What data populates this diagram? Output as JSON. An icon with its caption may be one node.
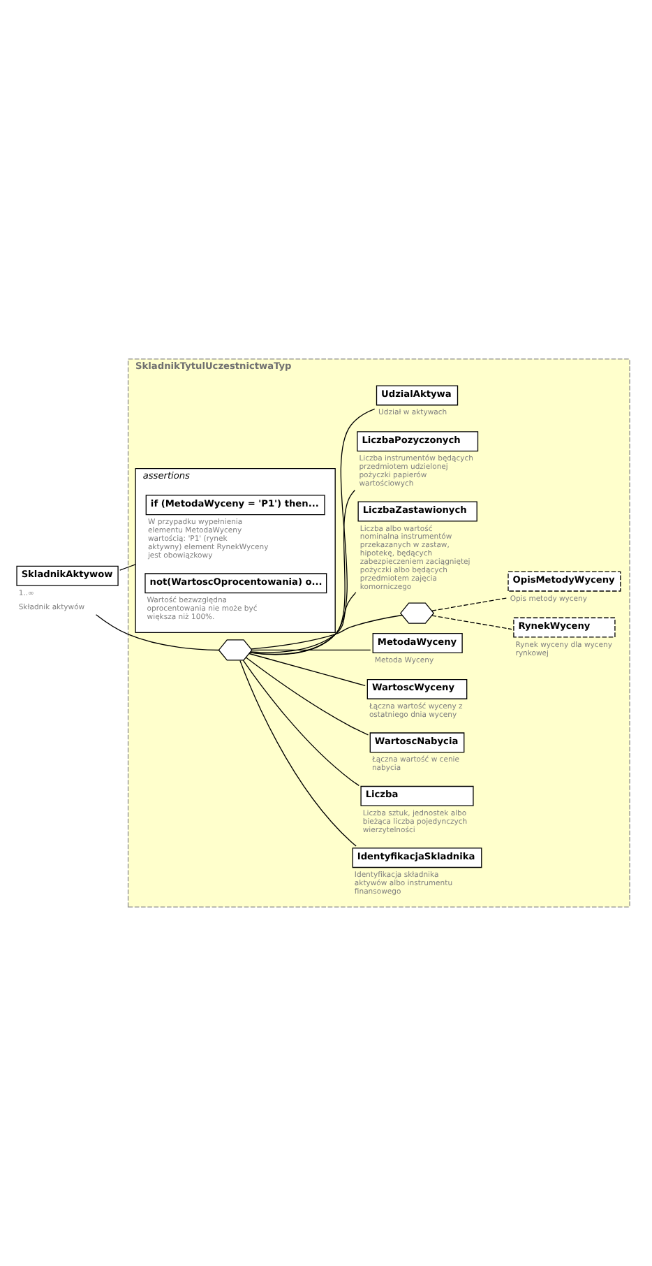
{
  "diagram": {
    "nodes": [
      {
        "text": [
          "SkladnikAktywow"
        ],
        "beside": [
          "1..∞",
          "Składnik aktywów"
        ]
      },
      {
        "text": [
          "SkladnikTytulUczestnictwaTyp"
        ]
      },
      {
        "text": [],
        "shape": "hexagon",
        "in": 1
      },
      {
        "text": [
          "IdentyfikacjaSkladnika"
        ],
        "beside": [
          "Identyfikacja składnika aktywów albo instrumentu finansowego"
        ],
        "in": 1
      },
      {
        "text": [
          "Liczba"
        ],
        "beside": [
          "Liczba sztuk, jednostek albo bieżąca liczba pojedynczych wierzytelności"
        ],
        "in": 1
      },
      {
        "text": [
          "WartoscNabycia"
        ],
        "beside": [
          "Łączna wartość w cenie nabycia"
        ],
        "in": 1
      },
      {
        "text": [
          "WartoscWyceny"
        ],
        "beside": [
          "Łączna wartość wyceny z ostatniego dnia wyceny"
        ],
        "in": 1
      },
      {
        "text": [
          "MetodaWyceny"
        ],
        "beside": [
          "Metoda Wyceny"
        ],
        "in": 1
      },
      {
        "text": [],
        "shape": "hexagon",
        "in": 1
      },
      {
        "text": [
          "RynekWyceny"
        ],
        "beside": [
          "Rynek wyceny dla wyceny rynkowej"
        ],
        "in": 1
      },
      {
        "text": [
          "OpisMetodyWyceny"
        ],
        "beside": [
          "Opis metody wyceny"
        ],
        "in": 1
      },
      {
        "text": [
          "LiczbaZastawionych"
        ],
        "beside": [
          "Liczba albo wartość nominalna instrumentów przekazanych w zastaw, hipotekę, będących zabezpieczeniem zaciągniętej pożyczki albo będących przedmiotem zajęcia komorniczego"
        ],
        "in": 1
      },
      {
        "text": [
          "LiczbaPozyczonych"
        ],
        "beside": [
          "Liczba instrumentów będących przedmiotem udzielonej pożyczki papierów wartościowych"
        ],
        "in": 1
      },
      {
        "text": [
          "UdzialAktywa"
        ],
        "beside": [
          "Udział w aktywach"
        ],
        "in": 1
      },
      {
        "text": [
          "assertions"
        ],
        "in": 1
      },
      {
        "text": [
          "if (MetodaWyceny = 'P1') then..."
        ],
        "beside": [
          "W przypadku wypełnienia elementu MetodaWyceny wartością: 'P1' (rynek aktywny) element RynekWyceny jest obowiązkowy"
        ],
        "in": 14
      },
      {
        "text": [
          "not(WartoscOprocentowania) o..."
        ],
        "beside": [
          "Wartość bezwzględna oprocentowania nie może być większa niż 100%."
        ],
        "in": 14
      }
    ],
    "edges": [
      {
        "from": 0,
        "to": 2,
        "arrow": "none"
      },
      {
        "from": 2,
        "to": 3,
        "arrow": "none"
      },
      {
        "from": 2,
        "to": 4,
        "arrow": "none"
      },
      {
        "from": 2,
        "to": 5,
        "arrow": "none"
      },
      {
        "from": 2,
        "to": 6,
        "arrow": "none"
      },
      {
        "from": 2,
        "to": 7,
        "arrow": "none"
      },
      {
        "from": 2,
        "to": 8,
        "arrow": "none"
      },
      {
        "from": 8,
        "to": 9,
        "arrow": "none",
        "style": "dashed"
      },
      {
        "from": 8,
        "to": 10,
        "arrow": "none",
        "style": "dashed"
      },
      {
        "from": 2,
        "to": 11,
        "arrow": "none"
      },
      {
        "from": 2,
        "to": 12,
        "arrow": "none"
      },
      {
        "from": 2,
        "to": 13,
        "arrow": "none"
      },
      {
        "from": 0,
        "to": 14,
        "arrow": "none"
      }
    ]
  }
}
